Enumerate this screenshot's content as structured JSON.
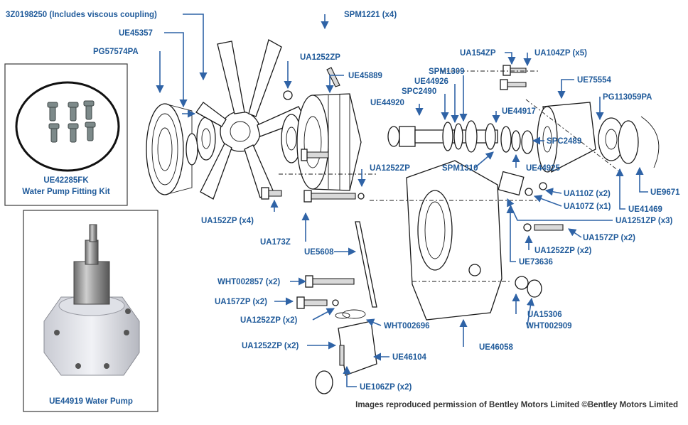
{
  "labels": {
    "fan_coupling": "3Z0198250 (Includes viscous coupling)",
    "ue45357": "UE45357",
    "pg57574pa": "PG57574PA",
    "spm1221": "SPM1221 (x4)",
    "ua1252zp_top": "UA1252ZP",
    "ue45889": "UE45889",
    "ua154zp": "UA154ZP",
    "ua104zp": "UA104ZP (x5)",
    "spm1309": "SPM1309",
    "ue44926": "UE44926",
    "spc2490": "SPC2490",
    "ue44920": "UE44920",
    "ue75554": "UE75554",
    "pg113059pa": "PG113059PA",
    "ue44917": "UE44917",
    "spc2489": "SPC2489",
    "ua1252zp_mid": "UA1252ZP",
    "spm1310": "SPM1310",
    "ue44925": "UE44925",
    "ue9671": "UE9671",
    "ua110z": "UA110Z (x2)",
    "ua107z": "UA107Z (x1)",
    "ue41469": "UE41469",
    "ua1251zp": "UA1251ZP (x3)",
    "ua152zp": "UA152ZP (x4)",
    "ua173z": "UA173Z",
    "ua157zp_right": "UA157ZP (x2)",
    "ua1252zp_x2_right": "UA1252ZP (x2)",
    "ue73636": "UE73636",
    "ue5608": "UE5608",
    "wht002857": "WHT002857 (x2)",
    "ua157zp_left": "UA157ZP (x2)",
    "ua1252zp_x2_left": "UA1252ZP (x2)",
    "wht002696": "WHT002696",
    "ua15306": "UA15306",
    "wht002909": "WHT002909",
    "ue46058": "UE46058",
    "ua1252zp_x2_bottom": "UA1252ZP (x2)",
    "ue46104": "UE46104",
    "ue106zp": "UE106ZP (x2)"
  },
  "kit_box": {
    "part_number": "UE42285FK",
    "caption": "Water Pump Fitting Kit"
  },
  "pump_box": {
    "caption": "UE44919 Water Pump"
  },
  "credit": "Images reproduced permission of Bentley Motors Limited ©Bentley Motors Limited",
  "colors": {
    "label_blue": "#1f5a9a",
    "leader_blue": "#2f63a6",
    "credit_grey": "#333333"
  }
}
